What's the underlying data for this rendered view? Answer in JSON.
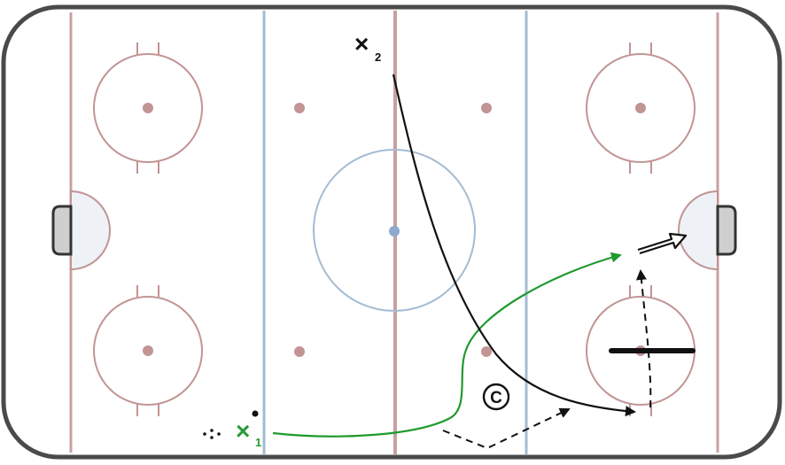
{
  "rink": {
    "colors": {
      "board": "#4a4a4a",
      "ice": "#ffffff",
      "red_line": "#c9a0a0",
      "blue_line": "#a3bcd3",
      "faceoff": "#c29494",
      "center_circle": "#a3bcd3",
      "goal": "#5a5a5a",
      "goal_fill": "#cfcfcf",
      "crease_fill": "#eef2f7"
    }
  },
  "players": [
    {
      "id": "x1",
      "mark": "×",
      "sub": "1",
      "color": "#2a9a3a"
    },
    {
      "id": "x2",
      "mark": "×",
      "sub": "2",
      "color": "#111111"
    }
  ],
  "coach": {
    "label": "C",
    "icon": "coach-circle-icon"
  },
  "paths": {
    "skate_color_x1": "#1f9a2f",
    "skate_color_x2": "#111111",
    "pass_color": "#111111"
  }
}
